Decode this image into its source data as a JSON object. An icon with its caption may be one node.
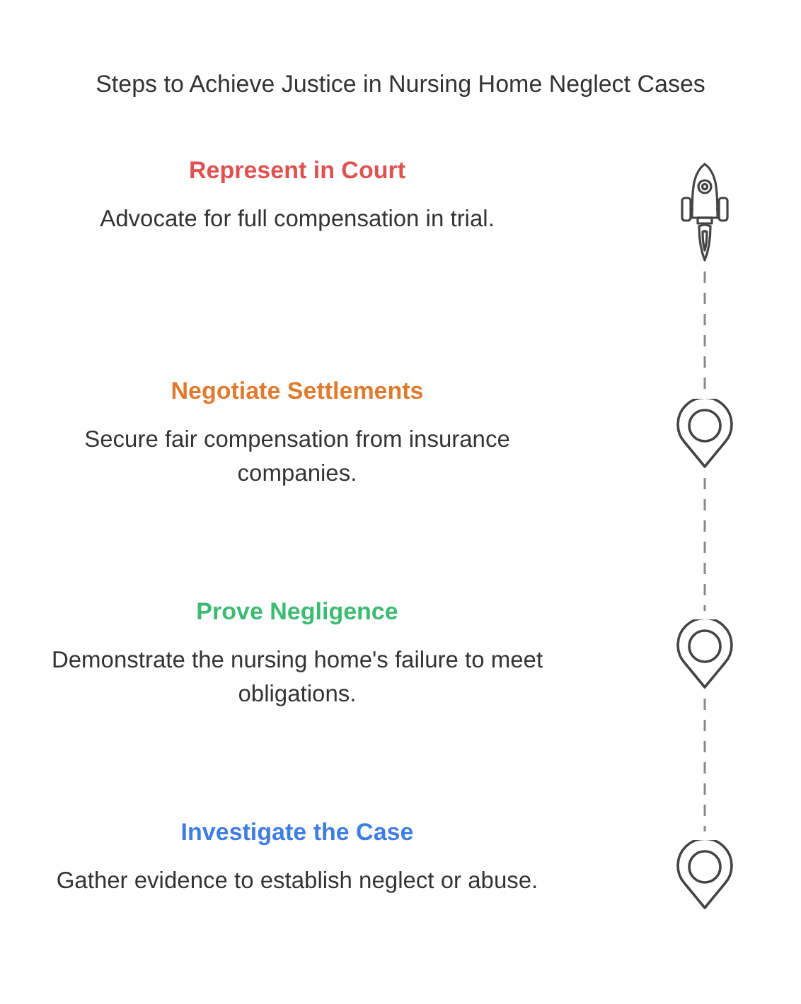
{
  "diagram": {
    "title": "Steps to Achieve Justice in Nursing Home Neglect Cases",
    "nodes": [
      {
        "text": [
          "Represent in Court",
          "Advocate for full compensation in trial."
        ]
      },
      {
        "text": [],
        "shape": "rocket"
      },
      {
        "text": [
          "Negotiate Settlements",
          "Secure fair compensation from insurance companies."
        ]
      },
      {
        "text": [],
        "shape": "pin"
      },
      {
        "text": [
          "Prove Negligence",
          "Demonstrate the nursing home's failure to meet obligations."
        ]
      },
      {
        "text": [],
        "shape": "pin"
      },
      {
        "text": [
          "Investigate the Case",
          "Gather evidence to establish neglect or abuse."
        ]
      },
      {
        "text": [],
        "shape": "pin"
      }
    ],
    "edges": [
      {
        "from": 1,
        "to": 3,
        "arrow": "none",
        "style": "dashed"
      },
      {
        "from": 3,
        "to": 5,
        "arrow": "none",
        "style": "dashed"
      },
      {
        "from": 5,
        "to": 7,
        "arrow": "none",
        "style": "dashed"
      }
    ]
  }
}
